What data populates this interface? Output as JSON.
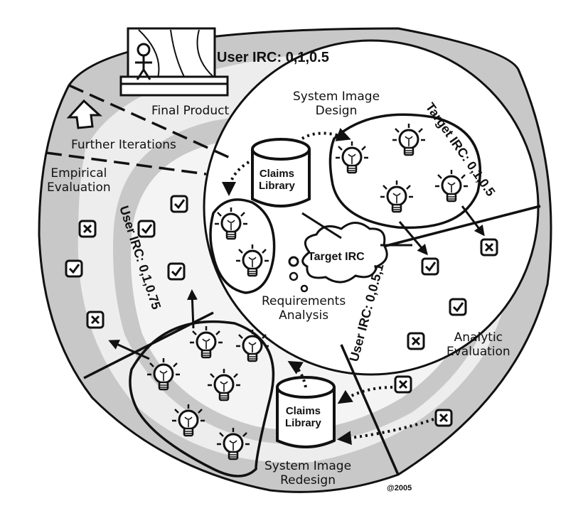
{
  "labels": {
    "user_irc_top": "User IRC: 0,1,0.5",
    "final_product": "Final Product",
    "system_image_design": "System Image\nDesign",
    "target_irc_right": "Target IRC: 0,1,0.5",
    "further_iterations": "Further Iterations",
    "empirical_evaluation": "Empirical\nEvaluation",
    "claims_library_top": "Claims\nLibrary",
    "target_irc_cloud": "Target IRC",
    "requirements_analysis": "Requirements\nAnalysis",
    "user_irc_left": "User IRC: 0,1,0.75",
    "user_irc_right": "User IRC: 0,0.5,1",
    "analytic_evaluation": "Analytic\nEvaluation",
    "claims_library_bottom": "Claims\nLibrary",
    "system_image_redesign": "System Image\nRedesign",
    "copyright": "@2005"
  },
  "icons": {
    "bulb": "lightbulb-icon",
    "check": "checkmark-box-icon",
    "cross": "x-box-icon",
    "database": "cylinder-database-icon",
    "cloud": "cloud-icon",
    "arrow": "up-arrow-icon",
    "person": "stick-figure-icon"
  },
  "colors": {
    "ring_fill": "#c8c8c8",
    "band_fill": "#e9e9e9",
    "ink": "#111111",
    "paper": "#ffffff"
  }
}
